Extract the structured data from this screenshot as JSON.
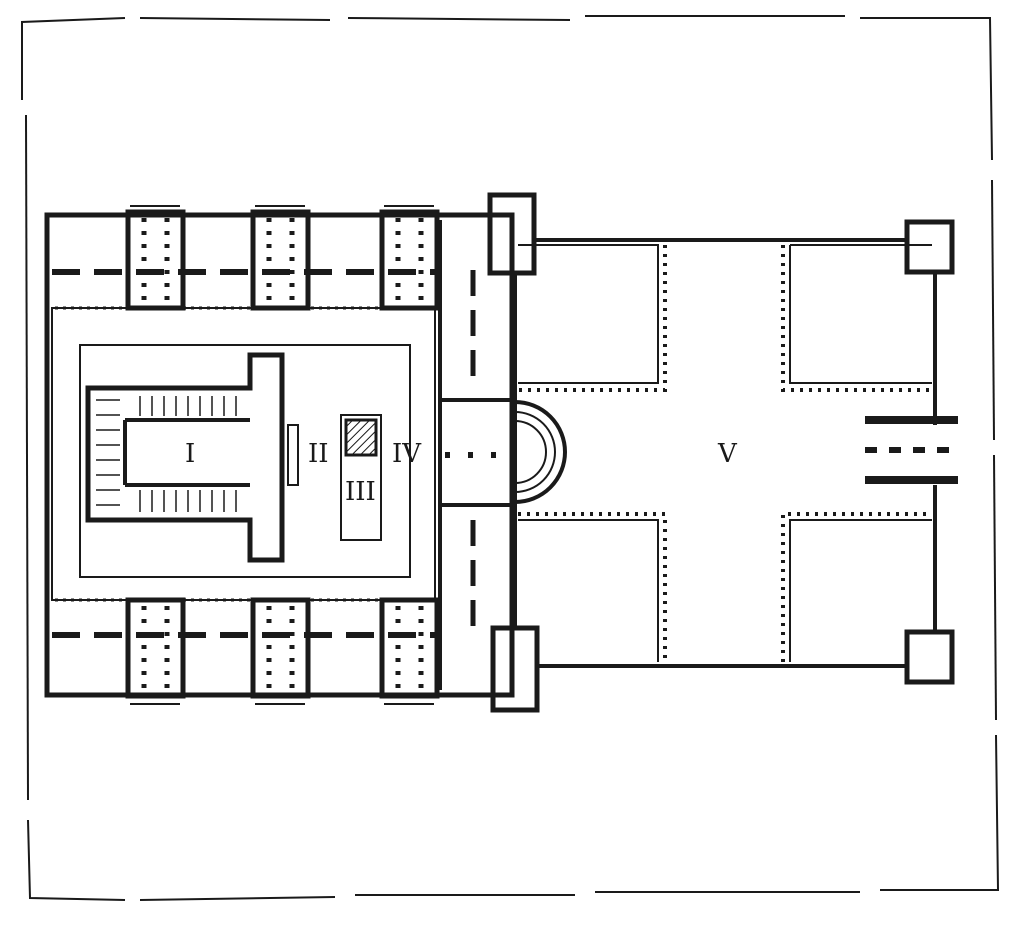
{
  "labels": {
    "room_1": "I",
    "room_2": "II",
    "room_3": "III",
    "room_4": "IV",
    "room_5": "V"
  },
  "colors": {
    "ink": "#1a1a1a",
    "paper": "#ffffff"
  }
}
